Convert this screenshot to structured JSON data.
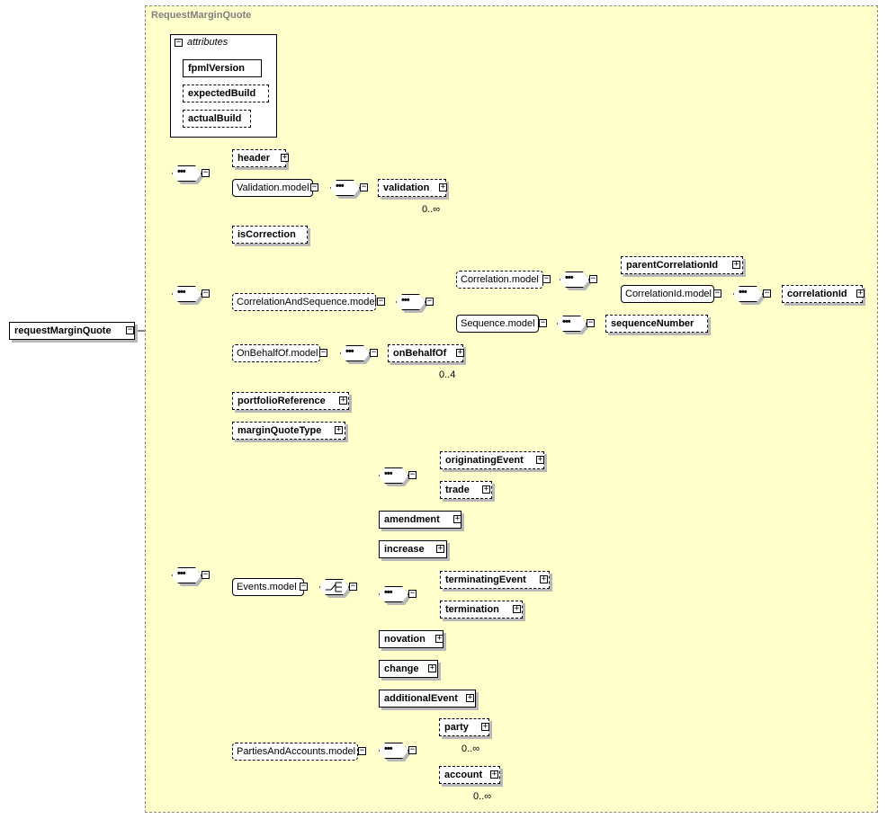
{
  "root": {
    "label": "requestMarginQuote"
  },
  "container": {
    "title": "RequestMarginQuote"
  },
  "attributes": {
    "heading": "attributes",
    "items": [
      "fpmlVersion",
      "expectedBuild",
      "actualBuild"
    ]
  },
  "seq1": {
    "header": "header",
    "validation_model": "Validation.model",
    "validation": "validation",
    "validation_card": "0..∞"
  },
  "seq2": {
    "isCorrection": "isCorrection",
    "cas_model": "CorrelationAndSequence.model",
    "correlation_model": "Correlation.model",
    "parentCorrelationId": "parentCorrelationId",
    "correlationId_model": "CorrelationId.model",
    "correlationId": "correlationId",
    "sequence_model": "Sequence.model",
    "sequenceNumber": "sequenceNumber",
    "onBehalfOf_model": "OnBehalfOf.model",
    "onBehalfOf": "onBehalfOf",
    "onBehalfOf_card": "0..4"
  },
  "seq3": {
    "portfolioReference": "portfolioReference",
    "marginQuoteType": "marginQuoteType",
    "events_model": "Events.model",
    "originatingEvent": "originatingEvent",
    "trade": "trade",
    "amendment": "amendment",
    "increase": "increase",
    "terminatingEvent": "terminatingEvent",
    "termination": "termination",
    "novation": "novation",
    "change": "change",
    "additionalEvent": "additionalEvent",
    "parties_model": "PartiesAndAccounts.model",
    "party": "party",
    "party_card": "0..∞",
    "account": "account",
    "account_card": "0..∞"
  },
  "colors": {
    "background": "#ffffcc",
    "border": "#000000",
    "shadow": "#b8b8b8",
    "title": "#808080"
  },
  "icons": {
    "expand": "plus-box-icon",
    "collapse": "minus-box-icon",
    "sequence": "sequence-compositor-icon",
    "choice": "choice-compositor-icon"
  }
}
